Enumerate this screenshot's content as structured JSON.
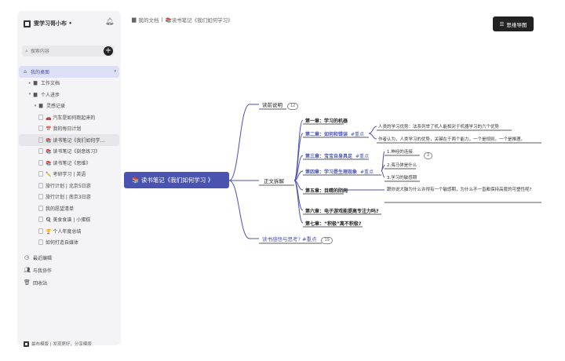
{
  "sidebar": {
    "app_name": "雯学习哥小布 •",
    "search_placeholder": "搜索内容",
    "items": [
      {
        "label": "我的桌面",
        "level": 0,
        "icon": "house-icon",
        "active": true
      },
      {
        "label": "工作文档",
        "level": 1,
        "icon": "folder-icon",
        "caret": "▸"
      },
      {
        "label": "个人进步",
        "level": 1,
        "icon": "folder-icon",
        "caret": "▾"
      },
      {
        "label": "灵感记录",
        "level": 2,
        "icon": "folder-icon",
        "caret": "▾"
      },
      {
        "label": "🚗 汽车是如何跑起来的",
        "level": 3,
        "icon": "doc"
      },
      {
        "label": "📅 我的每日计划",
        "level": 3,
        "icon": "doc"
      },
      {
        "label": "📚 读书笔记《我们如何学...",
        "level": 3,
        "icon": "doc",
        "selected": true
      },
      {
        "label": "📚 读书笔记《刻意练习》",
        "level": 3,
        "icon": "doc"
      },
      {
        "label": "📚 读书笔记《思维》",
        "level": 3,
        "icon": "doc"
      },
      {
        "label": "✏️ 考研学习 | 英语",
        "level": 3,
        "icon": "doc"
      },
      {
        "label": "旅行计划 | 北京5日游",
        "level": 3,
        "icon": "doc"
      },
      {
        "label": "旅行计划 | 南京3日游",
        "level": 3,
        "icon": "doc"
      },
      {
        "label": "我的愿望清单",
        "level": 3,
        "icon": "doc"
      },
      {
        "label": "🍳 美食食谱 | 小蛋糕",
        "level": 3,
        "icon": "doc"
      },
      {
        "label": "🏆 个人年度总结",
        "level": 3,
        "icon": "doc"
      },
      {
        "label": "如何打造自媒体",
        "level": 3,
        "icon": "doc"
      }
    ],
    "bottom_nav": [
      {
        "label": "最近编辑",
        "icon": "clock-icon"
      },
      {
        "label": "与我协作",
        "icon": "users-icon"
      },
      {
        "label": "回收站",
        "icon": "trash-icon"
      }
    ],
    "footer": "最布模版 | 发现更好，分享模版"
  },
  "breadcrumb": {
    "folder": "我的文档",
    "separator": "|",
    "doc": "📚读书笔记《我们如何学习》"
  },
  "toolbar": {
    "outline_label": "思维导图",
    "outline_icon": "list-icon"
  },
  "mindmap": {
    "root": "📚 读书笔记《我们如何学习 》",
    "branches": [
      {
        "label": "读前说明",
        "count": "12"
      },
      {
        "label": "正文拆解"
      },
      {
        "label": "读书感悟与思考? #重点",
        "count": "19"
      }
    ],
    "chapters": [
      {
        "label": "第一章：学习的机器"
      },
      {
        "label": "第二章：如何和错误",
        "tag": "#重点"
      },
      {
        "label": "第三章：宝宝自身具足",
        "tag": "#重点"
      },
      {
        "label": "第四章：学习是生理现象",
        "tag": "#重点"
      },
      {
        "label": "第五章：目睛的阴闹"
      },
      {
        "label": "第六章：电子游戏能提高专注力吗?"
      },
      {
        "label": "第七章：“积极”离不积极?"
      }
    ],
    "details": {
      "ch2_a": "人类的学习优势：法系列举了机人能相对于机器学习的六个优势",
      "ch2_b": "作者认为，人类学习的优势，关键在于两个能力，一个是规则，一个是推理。",
      "ch4_a": "1.神经的连接",
      "ch4_b": "2.海马体是什么",
      "ch4_c": "3.学习的敏感期",
      "ch4_count": "2",
      "ch5_a": "跟你说大脑为什么许得有一个敏感期，为什么不一直都保持高度的可塑性呢?"
    }
  }
}
